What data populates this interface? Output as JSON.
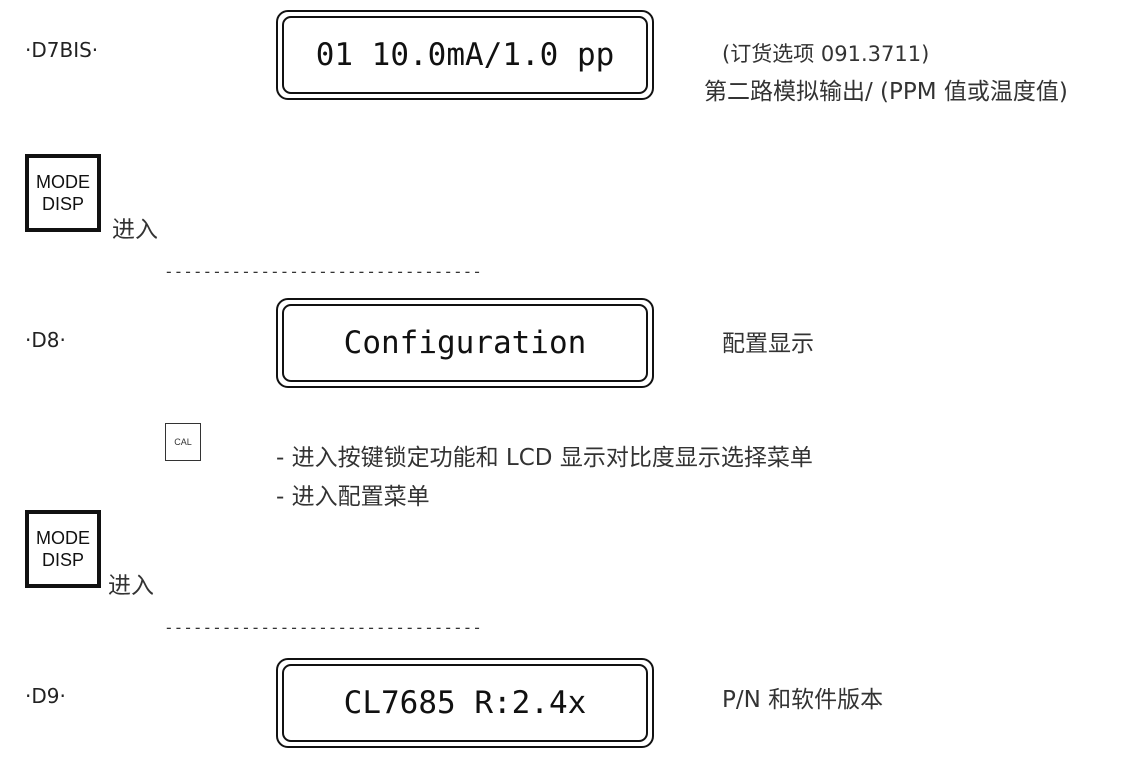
{
  "d7bis": {
    "label": "·D7BIS·",
    "lcd": "01 10.0mA/1.0 pp",
    "note_line1": "(订货选项 091.3711)",
    "note_line2": "第二路模拟输出/ (PPM 值或温度值)"
  },
  "key1": {
    "line1": "MODE",
    "line2": "DISP",
    "enter": "进入"
  },
  "separator1": "---------------------------------",
  "d8": {
    "label": "·D8·",
    "lcd": "Configuration",
    "note": "配置显示"
  },
  "cal_key": {
    "label": "CAL"
  },
  "cal_actions": [
    "- 进入按键锁定功能和 LCD 显示对比度显示选择菜单",
    "- 进入配置菜单"
  ],
  "key2": {
    "line1": "MODE",
    "line2": "DISP",
    "enter": "进入"
  },
  "separator2": "---------------------------------",
  "d9": {
    "label": "·D9·",
    "lcd": "CL7685 R:2.4x",
    "note": "P/N 和软件版本"
  }
}
